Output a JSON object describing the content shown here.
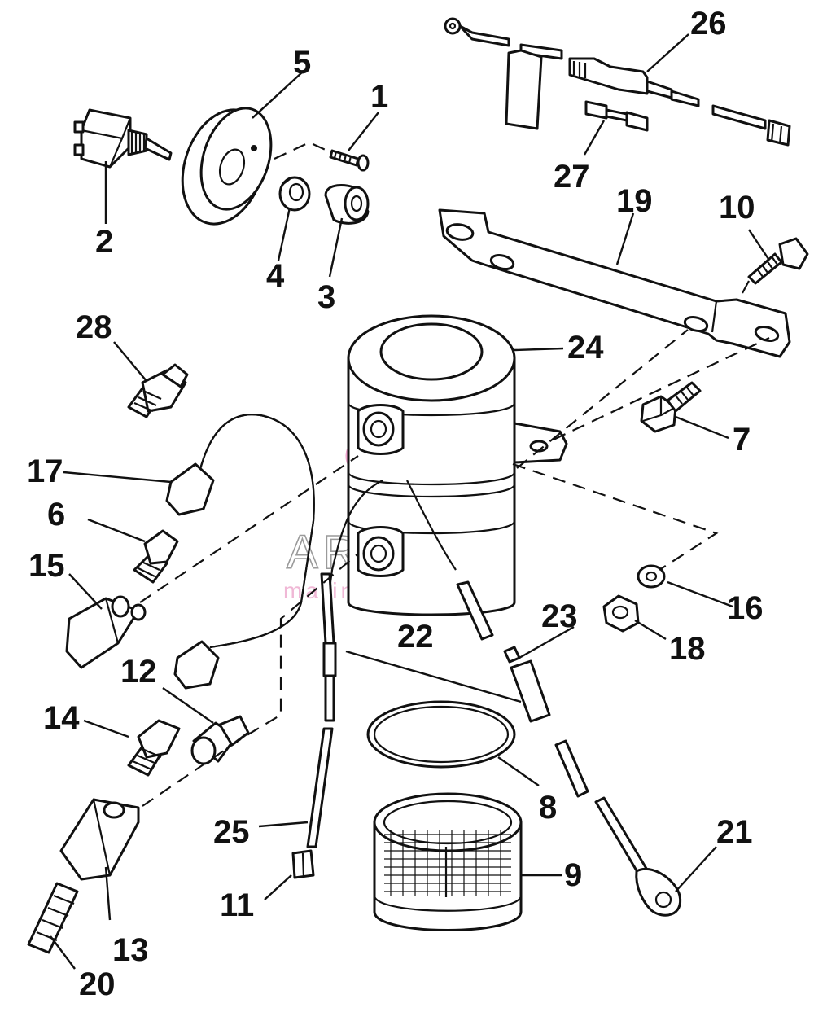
{
  "callouts": {
    "c1": "1",
    "c2": "2",
    "c3": "3",
    "c4": "4",
    "c5": "5",
    "c6": "6",
    "c7": "7",
    "c8": "8",
    "c9": "9",
    "c10": "10",
    "c11": "11",
    "c12": "12",
    "c13": "13",
    "c14": "14",
    "c15": "15",
    "c16": "16",
    "c17": "17",
    "c18": "18",
    "c19": "19",
    "c20": "20",
    "c21": "21",
    "c22": "22",
    "c23": "23",
    "c24": "24",
    "c25": "25",
    "c26": "26",
    "c27": "27",
    "c28": "28"
  },
  "watermark": {
    "brand": "ARMADA",
    "tagline": "marine outboards",
    "logo_icon": "propeller-logo-icon",
    "logo_color": "#e88cc0"
  }
}
